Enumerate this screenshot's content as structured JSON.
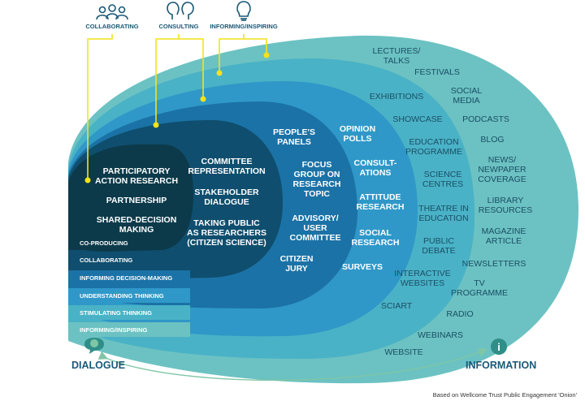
{
  "top_categories": [
    {
      "label": "COLLABORATING",
      "icon": "people-group-icon"
    },
    {
      "label": "CONSULTING",
      "icon": "two-heads-icon"
    },
    {
      "label": "INFORMING/INSPIRING",
      "icon": "lightbulb-icon"
    }
  ],
  "colors": {
    "ring1": "#6cc2c2",
    "ring2": "#4ab2c6",
    "ring3": "#2f98c8",
    "ring4": "#1b72a6",
    "ring5": "#0f4e6e",
    "core": "#0c3a4a",
    "connector": "#f4e21a",
    "heading": "#1a5877",
    "band_text": "#ffffff"
  },
  "core_items": [
    "PARTICIPATORY",
    "ACTION RESEARCH",
    "PARTNERSHIP",
    "SHARED-DECISION",
    "MAKING"
  ],
  "ring5_items": [
    "COMMITTEE",
    "REPRESENTATION",
    "STAKEHOLDER",
    "DIALOGUE",
    "TAKING PUBLIC",
    "AS RESEARCHERS",
    "(CITIZEN SCIENCE)"
  ],
  "ring4_items": [
    "PEOPLE'S",
    "PANELS",
    "FOCUS",
    "GROUP ON",
    "RESEARCH",
    "TOPIC",
    "ADVISORY/",
    "USER",
    "COMMITTEE",
    "CITIZEN",
    "JURY"
  ],
  "ring3_items": [
    "OPINION",
    "POLLS",
    "CONSULT-",
    "ATIONS",
    "ATTITUDE",
    "RESEARCH",
    "SOCIAL",
    "RESEARCH",
    "SURVEYS"
  ],
  "ring2_items": [
    "EXHIBITIONS",
    "SHOWCASE",
    "EDUCATION",
    "PROGRAMME",
    "SCIENCE",
    "CENTRES",
    "THEATRE IN",
    "EDUCATION",
    "PUBLIC",
    "DEBATE",
    "INTERACTIVE",
    "WEBSITES",
    "SCIART",
    "WEBINARS",
    "WEBSITE"
  ],
  "ring1_items": [
    "LECTURES/",
    "TALKS",
    "FESTIVALS",
    "SOCIAL",
    "MEDIA",
    "PODCASTS",
    "BLOG",
    "NEWS/",
    "NEWPAPER",
    "COVERAGE",
    "LIBRARY",
    "RESOURCES",
    "MAGAZINE",
    "ARTICLE",
    "NEWSLETTERS",
    "TV",
    "PROGRAMME",
    "RADIO"
  ],
  "bands": [
    "CO-PRODUCING",
    "COLLABORATING",
    "INFORMING DECISION-MAKING",
    "UNDERSTANDING THINKING",
    "STIMULATING THINKING",
    "INFORMING/INSPIRING"
  ],
  "dialogue_label": "DIALOGUE",
  "information_label": "INFORMATION",
  "footnote": "Based on Wellcome Trust Public Engagement 'Onion'"
}
